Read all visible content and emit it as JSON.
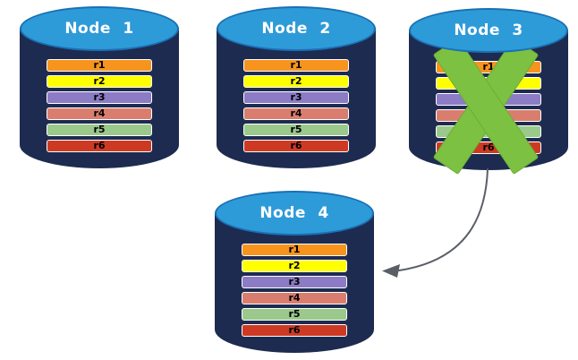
{
  "colors": {
    "background": "#FFFFFF",
    "cylinder_body": "#1E2B50",
    "cylinder_top_fill": "#2E9BD9",
    "cylinder_top_border": "#1A70B5",
    "row_border": "#FFFFFF",
    "row_text": "#000000",
    "node_label_text": "#FFFFFF",
    "failure_x_fill": "#7CC142",
    "failure_x_stroke": "#6BAE35",
    "arrow": "#5A5F66"
  },
  "nodes": [
    {
      "label": "Node 1",
      "failed": false,
      "rows": [
        {
          "label": "r1",
          "color": "#F7941E"
        },
        {
          "label": "r2",
          "color": "#FFFF00"
        },
        {
          "label": "r3",
          "color": "#8C7BC5"
        },
        {
          "label": "r4",
          "color": "#D97E6E"
        },
        {
          "label": "r5",
          "color": "#9BC98C"
        },
        {
          "label": "r6",
          "color": "#CD3A24"
        }
      ]
    },
    {
      "label": "Node 2",
      "failed": false,
      "rows": [
        {
          "label": "r1",
          "color": "#F7941E"
        },
        {
          "label": "r2",
          "color": "#FFFF00"
        },
        {
          "label": "r3",
          "color": "#8C7BC5"
        },
        {
          "label": "r4",
          "color": "#D97E6E"
        },
        {
          "label": "r5",
          "color": "#9BC98C"
        },
        {
          "label": "r6",
          "color": "#CD3A24"
        }
      ]
    },
    {
      "label": "Node 3",
      "failed": true,
      "rows": [
        {
          "label": "r1",
          "color": "#F7941E"
        },
        {
          "label": "r2",
          "color": "#FFFF00"
        },
        {
          "label": "r3",
          "color": "#8C7BC5"
        },
        {
          "label": "r4",
          "color": "#D97E6E"
        },
        {
          "label": "r5",
          "color": "#9BC98C"
        },
        {
          "label": "r6",
          "color": "#CD3A24"
        }
      ]
    },
    {
      "label": "Node 4",
      "failed": false,
      "rows": [
        {
          "label": "r1",
          "color": "#F7941E"
        },
        {
          "label": "r2",
          "color": "#FFFF00"
        },
        {
          "label": "r3",
          "color": "#8C7BC5"
        },
        {
          "label": "r4",
          "color": "#D97E6E"
        },
        {
          "label": "r5",
          "color": "#9BC98C"
        },
        {
          "label": "r6",
          "color": "#CD3A24"
        }
      ]
    }
  ],
  "annotations": {
    "failed_node": "Node 3",
    "arrow": {
      "from": "Node 3",
      "to": "Node 4"
    }
  }
}
